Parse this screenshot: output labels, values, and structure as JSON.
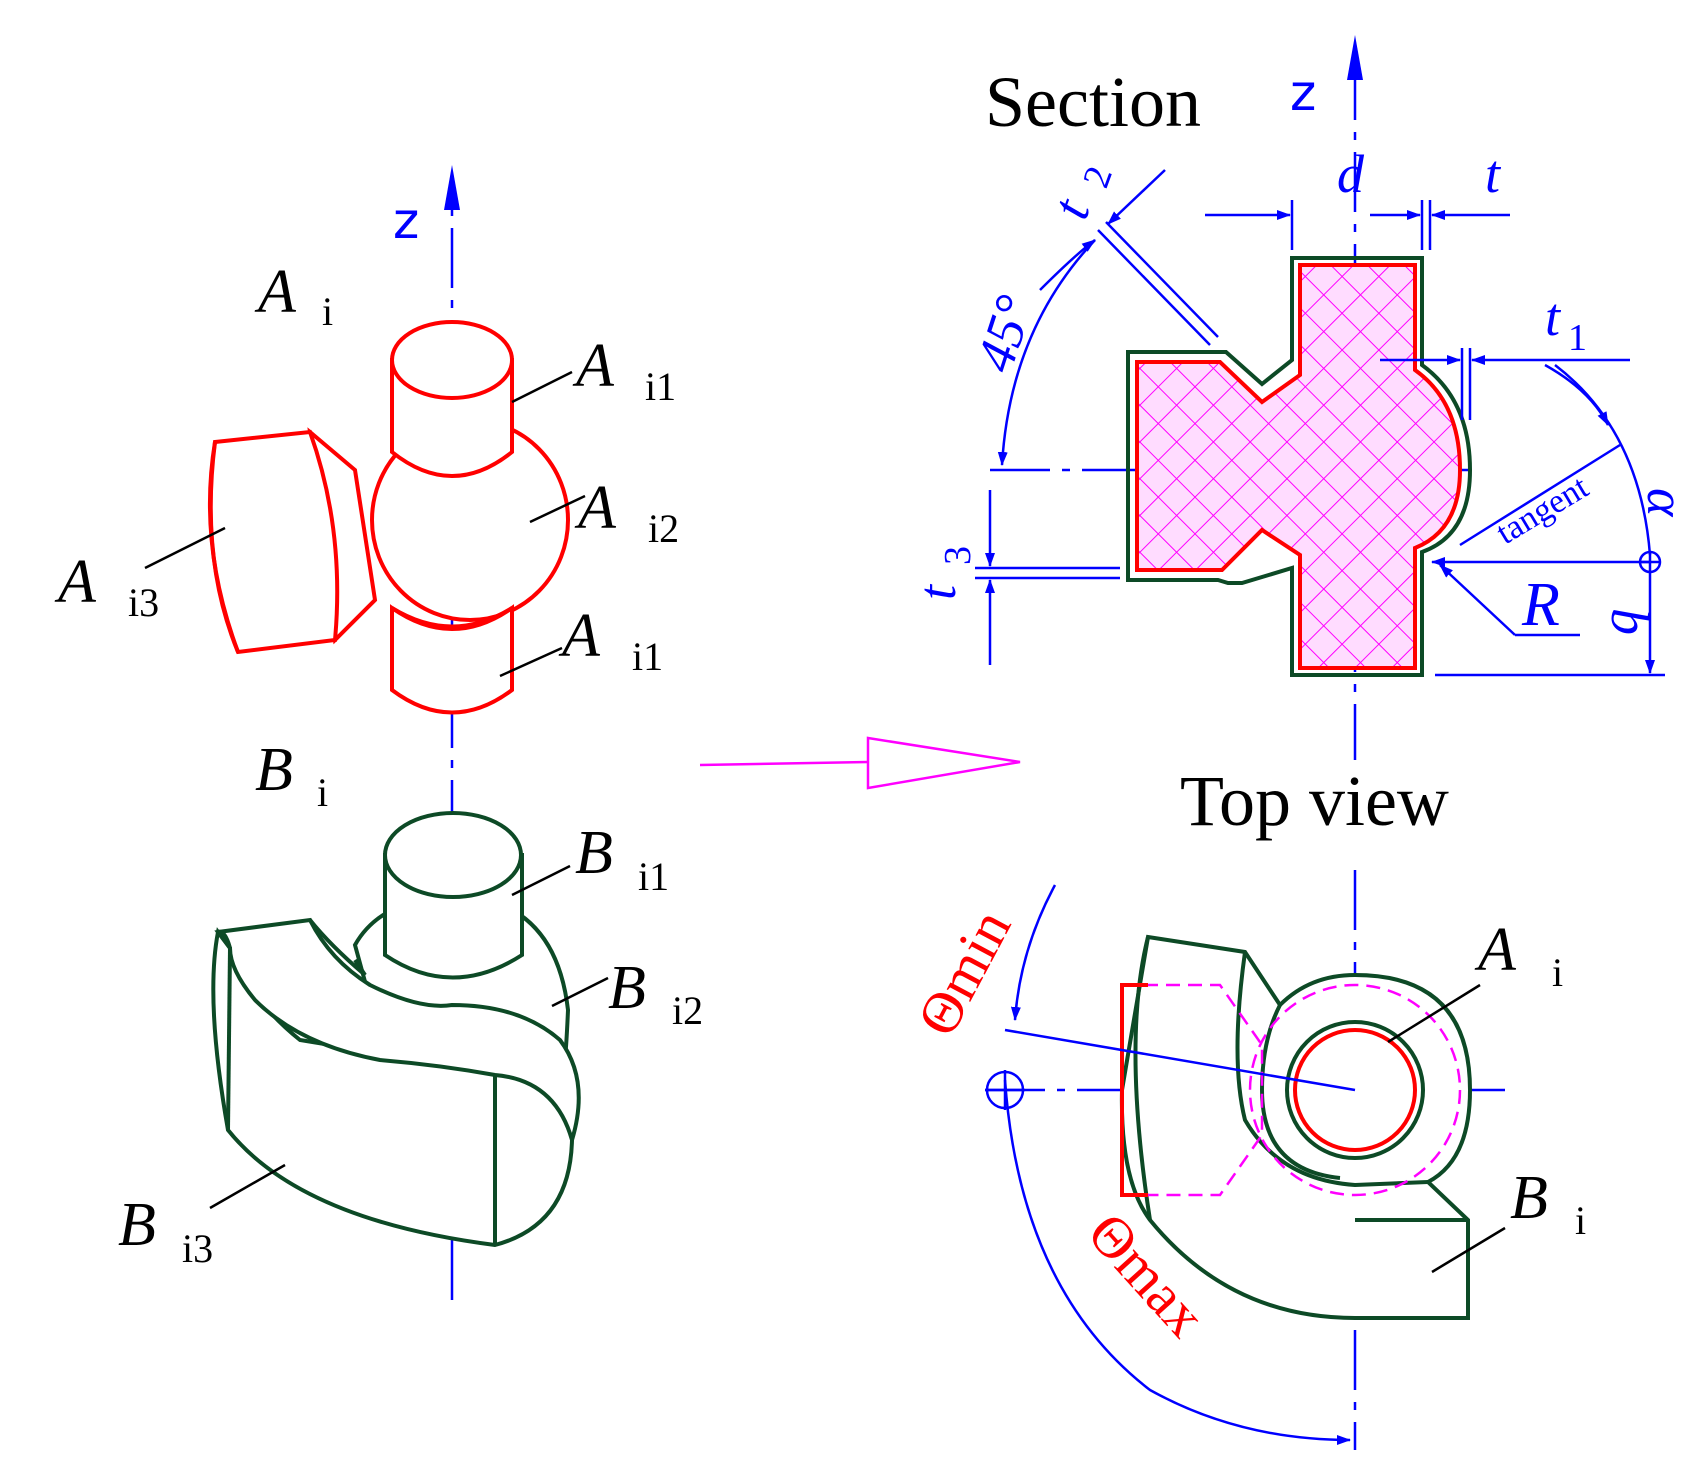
{
  "left": {
    "axis_label": "z",
    "part_a": {
      "name": "A",
      "sub": "i"
    },
    "a_i1_top": {
      "name": "A",
      "sub": "i1"
    },
    "a_i2": {
      "name": "A",
      "sub": "i2"
    },
    "a_i1_bottom": {
      "name": "A",
      "sub": "i1"
    },
    "a_i3": {
      "name": "A",
      "sub": "i3"
    },
    "part_b": {
      "name": "B",
      "sub": "i"
    },
    "b_i1": {
      "name": "B",
      "sub": "i1"
    },
    "b_i2": {
      "name": "B",
      "sub": "i2"
    },
    "b_i3": {
      "name": "B",
      "sub": "i3"
    }
  },
  "section": {
    "title": "Section",
    "axis_label": "z",
    "d": "d",
    "t": "t",
    "t1": {
      "name": "t",
      "sub": "1"
    },
    "t2": {
      "name": "t",
      "sub": "2"
    },
    "t3": {
      "name": "t",
      "sub": "3"
    },
    "angle": "45°",
    "tangent": "tangent",
    "alpha": "α",
    "R": "R",
    "b": "b"
  },
  "top_view": {
    "title": "Top view",
    "theta_min": "Θmin",
    "theta_max": "Θmax",
    "a_i": {
      "name": "A",
      "sub": "i"
    },
    "b_i": {
      "name": "B",
      "sub": "i"
    }
  },
  "colors": {
    "part_a": "#ff0000",
    "part_b": "#0d4a26",
    "dimension": "#0000ff",
    "hatch": "#ff00ff",
    "arrow": "#ff00ff"
  }
}
